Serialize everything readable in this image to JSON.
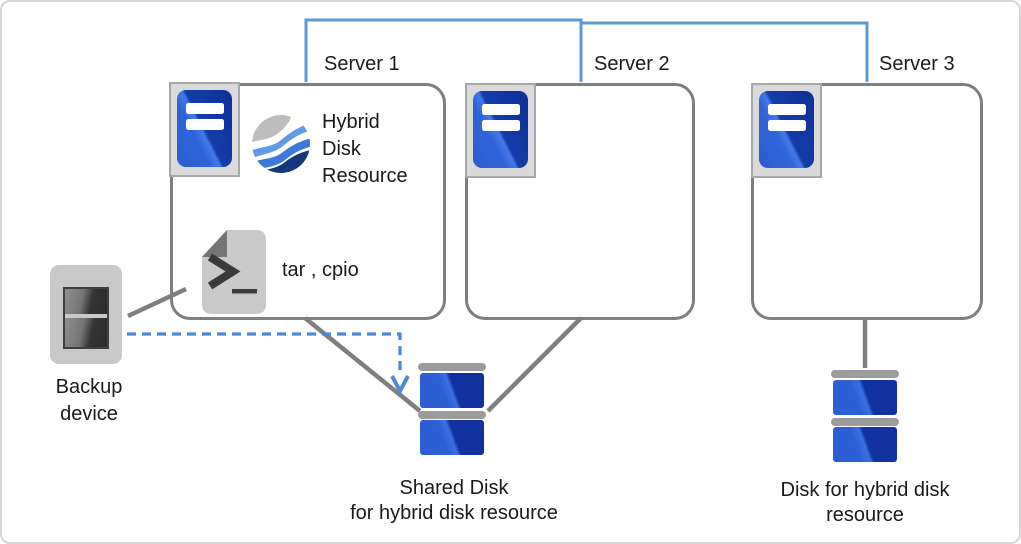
{
  "servers": [
    {
      "label": "Server 1"
    },
    {
      "label": "Server 2"
    },
    {
      "label": "Server 3"
    }
  ],
  "hybrid_disk_resource": {
    "label_lines": [
      "Hybrid",
      "Disk",
      "Resource"
    ]
  },
  "backup_tools": {
    "label": "tar , cpio"
  },
  "backup_device": {
    "label_lines": [
      "Backup",
      "device"
    ]
  },
  "shared_disk": {
    "label_lines": [
      "Shared Disk",
      "for hybrid disk resource"
    ]
  },
  "hybrid_disk": {
    "label_lines": [
      "Disk for hybrid disk",
      "resource"
    ]
  },
  "colors": {
    "network_line_blue": "#5B9BD5",
    "backup_flow_arrow_blue": "#4E8AD4",
    "connector_gray": "#7F7F7F",
    "box_border_gray": "#7F7F7F",
    "server_blue": "#2E62D6",
    "server_blue_dark": "#10339E",
    "disk_cap_gray": "#9C9C9C",
    "icon_frame_gray": "#DADADA",
    "file_icon_gray": "#C9C9C9",
    "sphere_gray": "#BEBEBE",
    "sphere_light_blue": "#5F9CE8",
    "sphere_mid_blue": "#3E78D8",
    "sphere_navy": "#15387C",
    "text": "#1A1A1A"
  }
}
